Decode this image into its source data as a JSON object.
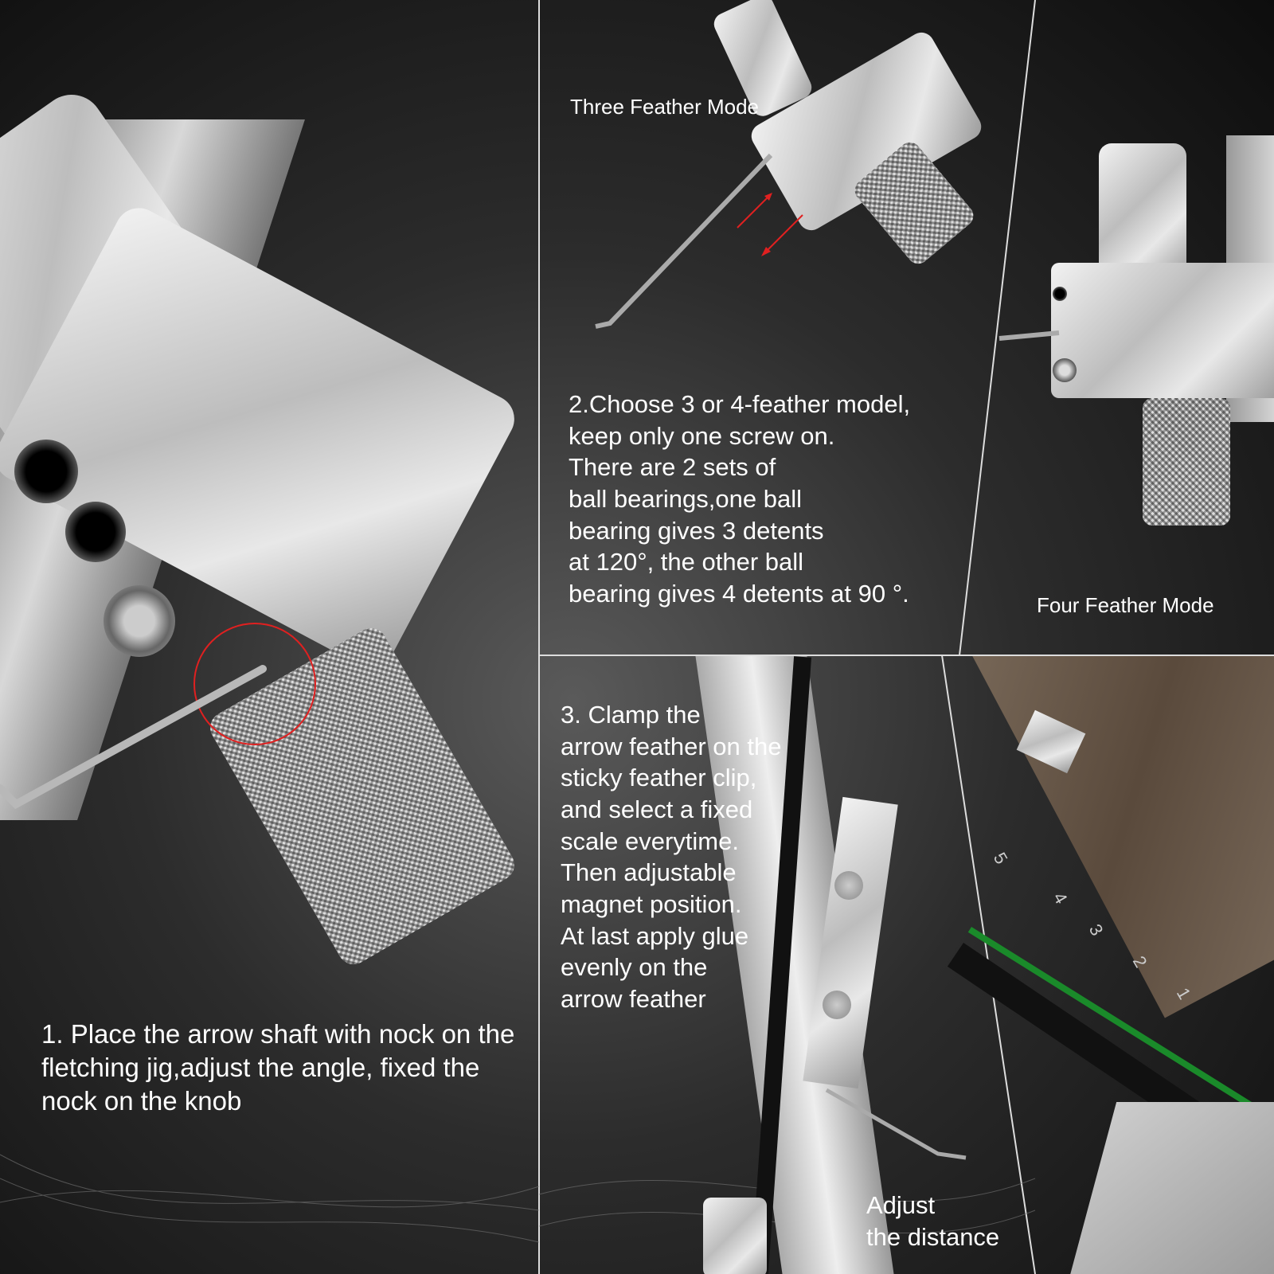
{
  "step1": {
    "text": "1.  Place the arrow shaft with nock on the fletching jig,adjust the angle, fixed the nock on the knob"
  },
  "step2": {
    "label_three": "Three Feather Mode",
    "label_four": "Four Feather Mode",
    "lines": [
      "2.Choose 3 or 4-feather model,",
      "keep only one screw on.",
      "There are 2 sets of",
      "ball bearings,one ball",
      "bearing gives 3 detents",
      "at 120°,   the other ball",
      "bearing gives 4 detents at 90 °."
    ]
  },
  "step3": {
    "lines": [
      "3. Clamp the",
      "arrow feather on the",
      "sticky feather clip,",
      "and select a fixed",
      "scale everytime.",
      "Then adjustable",
      "magnet position.",
      "At last apply glue",
      "evenly on the",
      "arrow feather"
    ],
    "label_adjust": [
      "Adjust",
      "the distance"
    ],
    "scale_numbers": [
      "5",
      "4",
      "3",
      "2",
      "1"
    ]
  },
  "colors": {
    "highlight": "#e02020",
    "green_strip": "#1a8a2a"
  }
}
